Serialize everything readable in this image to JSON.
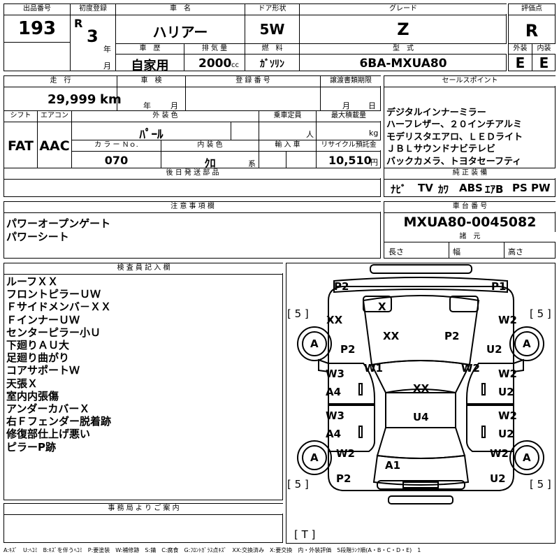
{
  "listing": {
    "lot_label": "出品番号",
    "lot_no": "193",
    "first_reg_label": "初度登録",
    "era": "R",
    "year": "3",
    "year_unit": "年",
    "month_unit": "月",
    "name_label": "車　名",
    "name": "ハリアー",
    "door_label": "ドア形状",
    "door": "5W",
    "grade_label": "グレード",
    "grade": "Z",
    "score_label": "評価点",
    "score": "R",
    "history_label": "車　歴",
    "history": "自家用",
    "displacement_label": "排 気 量",
    "displacement": "2000",
    "displacement_unit": "cc",
    "fuel_label": "燃　料",
    "fuel": "ｶﾞｿﾘﾝ",
    "model_label": "型　式",
    "model": "6BA-MXUA80",
    "exterior_label": "外装",
    "exterior": "E",
    "interior_label": "内装",
    "interior": "E"
  },
  "details": {
    "mileage_label": "走　行",
    "mileage": "29,999",
    "mileage_unit": "km",
    "inspection_label": "車　検",
    "year_unit": "年",
    "month_unit": "月",
    "reg_label": "登 録 番 号",
    "transfer_label": "譲渡書類期限",
    "transfer_month": "月",
    "transfer_day": "日",
    "shift_label": "シフト",
    "shift": "FAT",
    "ac_label": "エアコン",
    "ac": "AAC",
    "color_label": "外 装 色",
    "color": "ﾊﾟｰﾙ",
    "capacity_label": "乗車定員",
    "capacity_unit": "人",
    "load_label": "最大積載量",
    "load_unit": "kg",
    "color_no_label": "カ ラ ー Ｎｏ.",
    "color_no": "070",
    "int_color_label": "内 装 色",
    "int_color": "ｸﾛ",
    "int_color_unit": "系",
    "import_label": "輸 入 車",
    "recycle_label": "リサイクル預託金",
    "recycle": "10,510",
    "recycle_unit": "円",
    "later_label": "後 日 発 送 部 品"
  },
  "sales": {
    "label": "セールスポイント",
    "lines": [
      "デジタルインナーミラー",
      "ハーフレザー、２０インチアルミ",
      "モデリスタエアロ、ＬＥＤライト",
      "ＪＢＬサウンドナビテレビ",
      "バックカメラ、トヨタセーフティ"
    ],
    "equip_label": "純 正 装 備",
    "equip": [
      "ﾅﾋﾞ",
      "TV",
      "ｶﾜ",
      "ABS",
      "ｴｱB",
      "PS",
      "PW"
    ]
  },
  "notes": {
    "label": "注 意 事 項 欄",
    "lines": [
      "パワーオープンゲート",
      "パワーシート"
    ]
  },
  "chassis": {
    "label": "車 台 番 号",
    "value": "MXUA80-0045082",
    "dims_label": "諸　元",
    "length_label": "長さ",
    "width_label": "幅",
    "height_label": "高さ"
  },
  "inspector": {
    "label": "検 査 員 記 入 欄",
    "lines": [
      "ルーフＸＸ",
      "フロントピラーＵＷ",
      "Ｆサイドメンバ－ＸＸ",
      "ＦインナーＵＷ",
      "センターピラー小Ｕ",
      "下廻りＡＵ大",
      "足廻り曲がり",
      "コアサポートＷ",
      "天張Ｘ",
      "室内内張傷",
      "アンダーカバーＸ",
      "右Ｆフェンダー脱着跡",
      "修復部仕上げ悪い",
      "ピラーP跡"
    ]
  },
  "office": {
    "label": "事 務 局 よ り ご 案 内"
  },
  "legend": "A:ｷｽﾞ　U:ﾍｺﾐ　B:ｷｽﾞを伴うﾍｺﾐ　P:要塗装　W:補修跡　S:錆　C:腐食　G:ﾌﾛﾝﾄｶﾞﾗｽ点ｷｽﾞ　XX:交換済み　X:要交換　内・外装評価　5段階ﾗﾝｸ順(A・B・C・D・E)　1",
  "diagram": {
    "p2_tl": "P2",
    "p1_tr": "P1",
    "x_front": "X",
    "xx_hood_l": "XX",
    "xx_hood": "XX",
    "p2_hood": "P2",
    "w2_tr": "W2",
    "a_fl": "A",
    "a_fr": "A",
    "p2_l": "P2",
    "u2_r": "U2",
    "w1": "W1",
    "w2_c": "W2",
    "w3_1": "W3",
    "a4_1": "A4",
    "w2_r1": "W2",
    "u2_r1": "U2",
    "xx_roof": "XX",
    "u4": "U4",
    "w3_2": "W3",
    "a4_2": "A4",
    "w2_r2": "W2",
    "u2_r2": "U2",
    "a_rl": "A",
    "w2_rl": "W2",
    "a_rr": "A",
    "w2_rr": "W2",
    "a1": "A1",
    "p2_bl": "P2",
    "u2_br": "U2",
    "t5_1": "[ 5 ]",
    "t5_2": "[ 5 ]",
    "t5_3": "[ 5 ]",
    "t5_4": "[ 5 ]",
    "t_bottom": "[ T ]"
  }
}
